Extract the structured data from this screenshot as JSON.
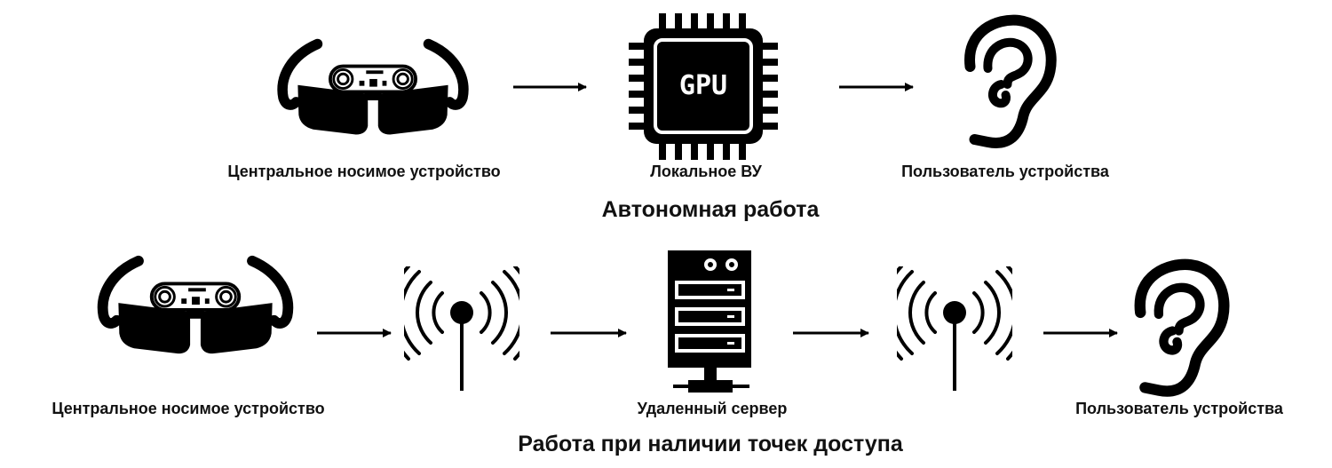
{
  "autonomous": {
    "title": "Автономная работа",
    "nodes": [
      {
        "label": "Центральное носимое устройство",
        "icon": "smart-glasses-icon"
      },
      {
        "label": "Локальное ВУ",
        "icon": "gpu-chip-icon",
        "chip_text": "GPU"
      },
      {
        "label": "Пользователь устройства",
        "icon": "ear-icon"
      }
    ]
  },
  "access_points": {
    "title": "Работа при наличии точек доступа",
    "nodes": [
      {
        "label": "Центральное носимое устройство",
        "icon": "smart-glasses-icon"
      },
      {
        "icon": "wireless-antenna-icon"
      },
      {
        "label": "Удаленный сервер",
        "icon": "server-icon"
      },
      {
        "icon": "wireless-antenna-icon"
      },
      {
        "label": "Пользователь устройства",
        "icon": "ear-icon"
      }
    ]
  },
  "colors": {
    "ink": "#000000",
    "background": "#ffffff"
  }
}
